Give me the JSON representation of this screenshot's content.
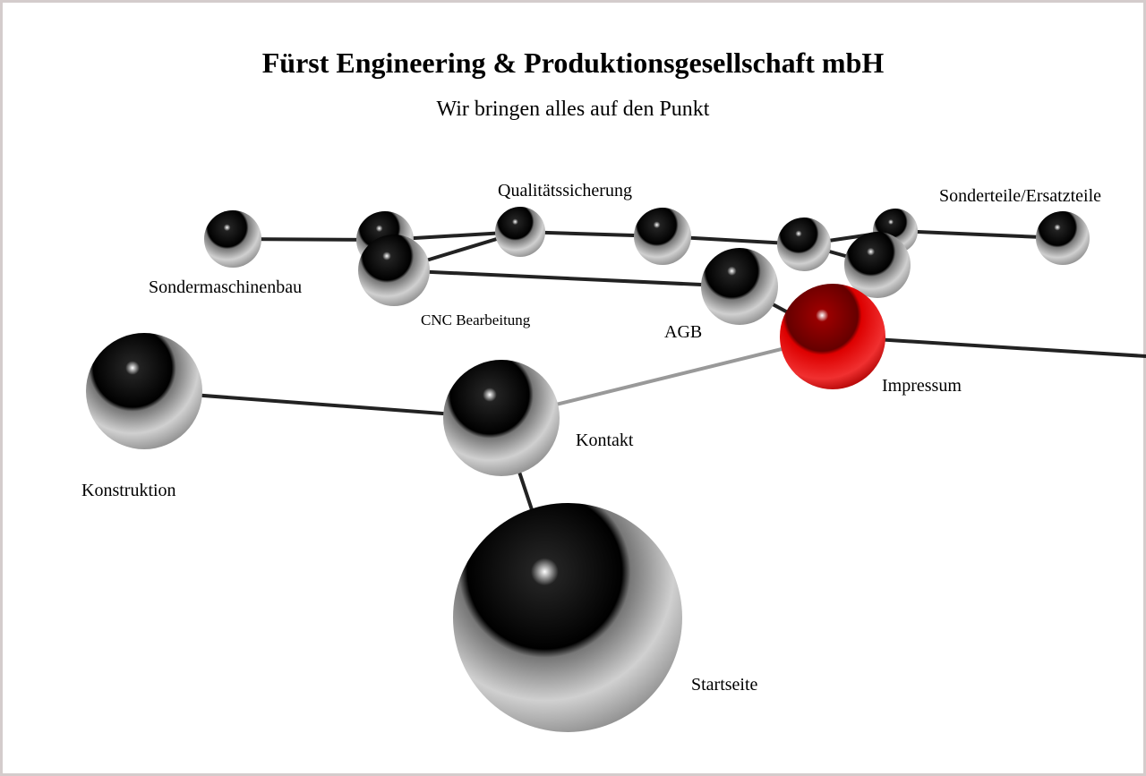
{
  "header": {
    "title": "Fürst Engineering & Produktionsgesellschaft mbH",
    "subtitle": "Wir bringen alles auf den Punkt"
  },
  "nav": {
    "qualitaet": "Qualitätssicherung",
    "sonderteile": "Sonderteile/Ersatzteile",
    "sondermaschinenbau": "Sondermaschinenbau",
    "cnc": "CNC Bearbeitung",
    "agb": "AGB",
    "impressum": "Impressum",
    "kontakt": "Kontakt",
    "konstruktion": "Konstruktion",
    "startseite": "Startseite"
  },
  "colors": {
    "accent": "#cc0000",
    "border": "#d4cccc"
  }
}
